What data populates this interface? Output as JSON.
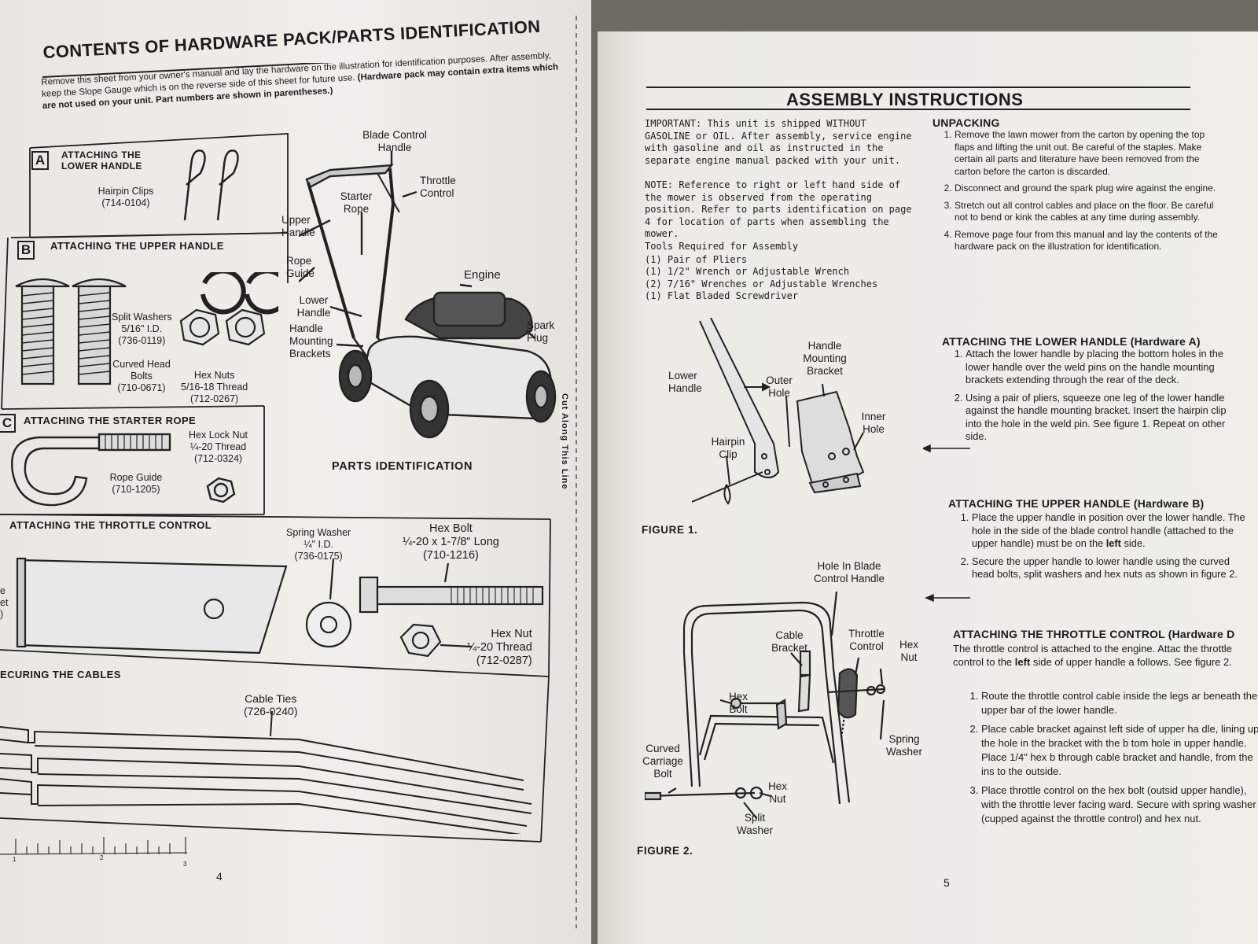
{
  "left": {
    "title": "CONTENTS OF HARDWARE PACK/PARTS IDENTIFICATION",
    "intro_plain": "Remove this sheet from your owner's manual and lay the hardware on the illustration for identification purposes. After assembly, keep the Slope Gauge which is on the reverse side of this sheet for future use.",
    "intro_bold": "(Hardware pack may contain extra items which are not used on your unit. Part numbers are shown in parentheses.)",
    "section_a": {
      "letter": "A",
      "label": "ATTACHING THE LOWER HANDLE",
      "part": "Hairpin Clips",
      "partno": "(714-0104)"
    },
    "section_b": {
      "letter": "B",
      "label": "ATTACHING THE UPPER HANDLE",
      "split_washers": "Split Washers",
      "split_size": "5/16\" I.D.",
      "split_no": "(736-0119)",
      "curved_head": "Curved Head Bolts",
      "curved_no": "(710-0671)",
      "hex_nuts": "Hex Nuts",
      "hex_thread": "5/16-18 Thread",
      "hex_no": "(712-0267)"
    },
    "section_c": {
      "letter": "C",
      "label": "ATTACHING THE STARTER ROPE",
      "rope_guide": "Rope Guide",
      "rope_no": "(710-1205)",
      "lock_nut": "Hex Lock Nut",
      "lock_thread": "¼-20 Thread",
      "lock_no": "(712-0324)"
    },
    "section_d": {
      "label": "ATTACHING THE THROTTLE CONTROL",
      "spring_washer": "Spring Washer",
      "spring_size": "¼\" I.D.",
      "spring_no": "(736-0175)",
      "hex_bolt": "Hex Bolt",
      "bolt_size": "¼-20 x 1-7/8\" Long",
      "bolt_no": "(710-1216)",
      "hex_nut": "Hex Nut",
      "nut_thread": "¼-20 Thread",
      "nut_no": "(712-0287)",
      "cut_edge_1": "e",
      "cut_edge_2": "et",
      "cut_edge_3": ")"
    },
    "section_e": {
      "label": "ECURING THE CABLES",
      "cable_ties": "Cable Ties",
      "ties_no": "(726-0240)"
    },
    "mower": {
      "blade_control": "Blade Control Handle",
      "throttle": "Throttle Control",
      "starter": "Starter Rope",
      "upper_handle": "Upper Handle",
      "rope_guide": "Rope Guide",
      "engine": "Engine",
      "lower_handle": "Lower Handle",
      "mounting": "Handle Mounting Brackets",
      "spark": "Spark Plug",
      "caption": "PARTS IDENTIFICATION"
    },
    "cut_line": "Cut Along This Line",
    "ruler": [
      "1",
      "2",
      "3"
    ],
    "page_number": "4"
  },
  "right": {
    "title": "ASSEMBLY INSTRUCTIONS",
    "important": "IMPORTANT: This unit is shipped WITHOUT GASOLINE or OIL. After assembly, service engine with gasoline and oil as instructed in the separate engine manual packed with your unit.",
    "note": "NOTE: Reference to right or left hand side of the mower is observed from the operating position. Refer to parts identification on page 4 for location of parts when assembling the mower.",
    "tools_title": "Tools Required for Assembly",
    "tools": [
      "(1) Pair of Pliers",
      "(1) 1/2\" Wrench or Adjustable Wrench",
      "(2) 7/16\" Wrenches or Adjustable Wrenches",
      "(1) Flat Bladed Screwdriver"
    ],
    "unpacking_title": "UNPACKING",
    "unpacking": [
      "Remove the lawn mower from the carton by opening the top flaps and lifting the unit out. Be careful of the staples. Make certain all parts and literature have been removed from the carton before the carton is discarded.",
      "Disconnect and ground the spark plug wire against the engine.",
      "Stretch out all control cables and place on the floor. Be careful not to bend or kink the cables at any time during assembly.",
      "Remove page four from this manual and lay the contents of the hardware pack on the illustration for identification."
    ],
    "lower_title": "ATTACHING THE LOWER HANDLE (Hardware A)",
    "lower": [
      "Attach the lower handle by placing the bottom holes in the lower handle over the weld pins on the handle mounting brackets extending through the rear of the deck.",
      "Using a pair of pliers, squeeze one leg of the lower handle against the handle mounting bracket. Insert the hairpin clip into the hole in the weld pin. See figure 1. Repeat on other side."
    ],
    "upper_title": "ATTACHING THE UPPER HANDLE (Hardware B)",
    "upper_1a": "Place the upper handle in position over the lower handle. The hole in the side of the blade control handle (attached to the upper handle) must be on the ",
    "upper_1b": "left",
    "upper_1c": " side.",
    "upper_2": "Secure the upper handle to lower handle using the curved head bolts, split washers and hex nuts as shown in figure 2.",
    "throttle_title": "ATTACHING THE THROTTLE CONTROL (Hardware D",
    "throttle_intro_a": "The throttle control is attached to the engine. Attac the throttle control to the ",
    "throttle_intro_b": "left",
    "throttle_intro_c": " side of upper handle a follows. See figure 2.",
    "throttle": [
      "Route the throttle control cable inside the legs ar beneath the upper bar of the lower handle.",
      "Place cable bracket against left side of upper ha dle, lining up the hole in the bracket with the b tom hole in upper handle. Place 1/4\" hex b through cable bracket and handle, from the ins to the outside.",
      "Place throttle control on the hex bolt (outsid upper handle), with the throttle lever facing ward. Secure with spring washer (cupped against the throttle control) and hex nut."
    ],
    "fig1": {
      "caption": "FIGURE 1.",
      "lower_handle": "Lower Handle",
      "mount": "Handle Mounting Bracket",
      "outer": "Outer Hole",
      "inner": "Inner Hole",
      "clip": "Hairpin Clip"
    },
    "fig2": {
      "caption": "FIGURE 2.",
      "hole": "Hole In Blade Control Handle",
      "cable_bracket": "Cable Bracket",
      "throttle": "Throttle Control",
      "hex_nut_top": "Hex Nut",
      "hex_bolt": "Hex Bolt",
      "spring": "Spring Washer",
      "carriage": "Curved Carriage Bolt",
      "hex_nut": "Hex Nut",
      "split": "Split Washer"
    },
    "page_number": "5"
  }
}
